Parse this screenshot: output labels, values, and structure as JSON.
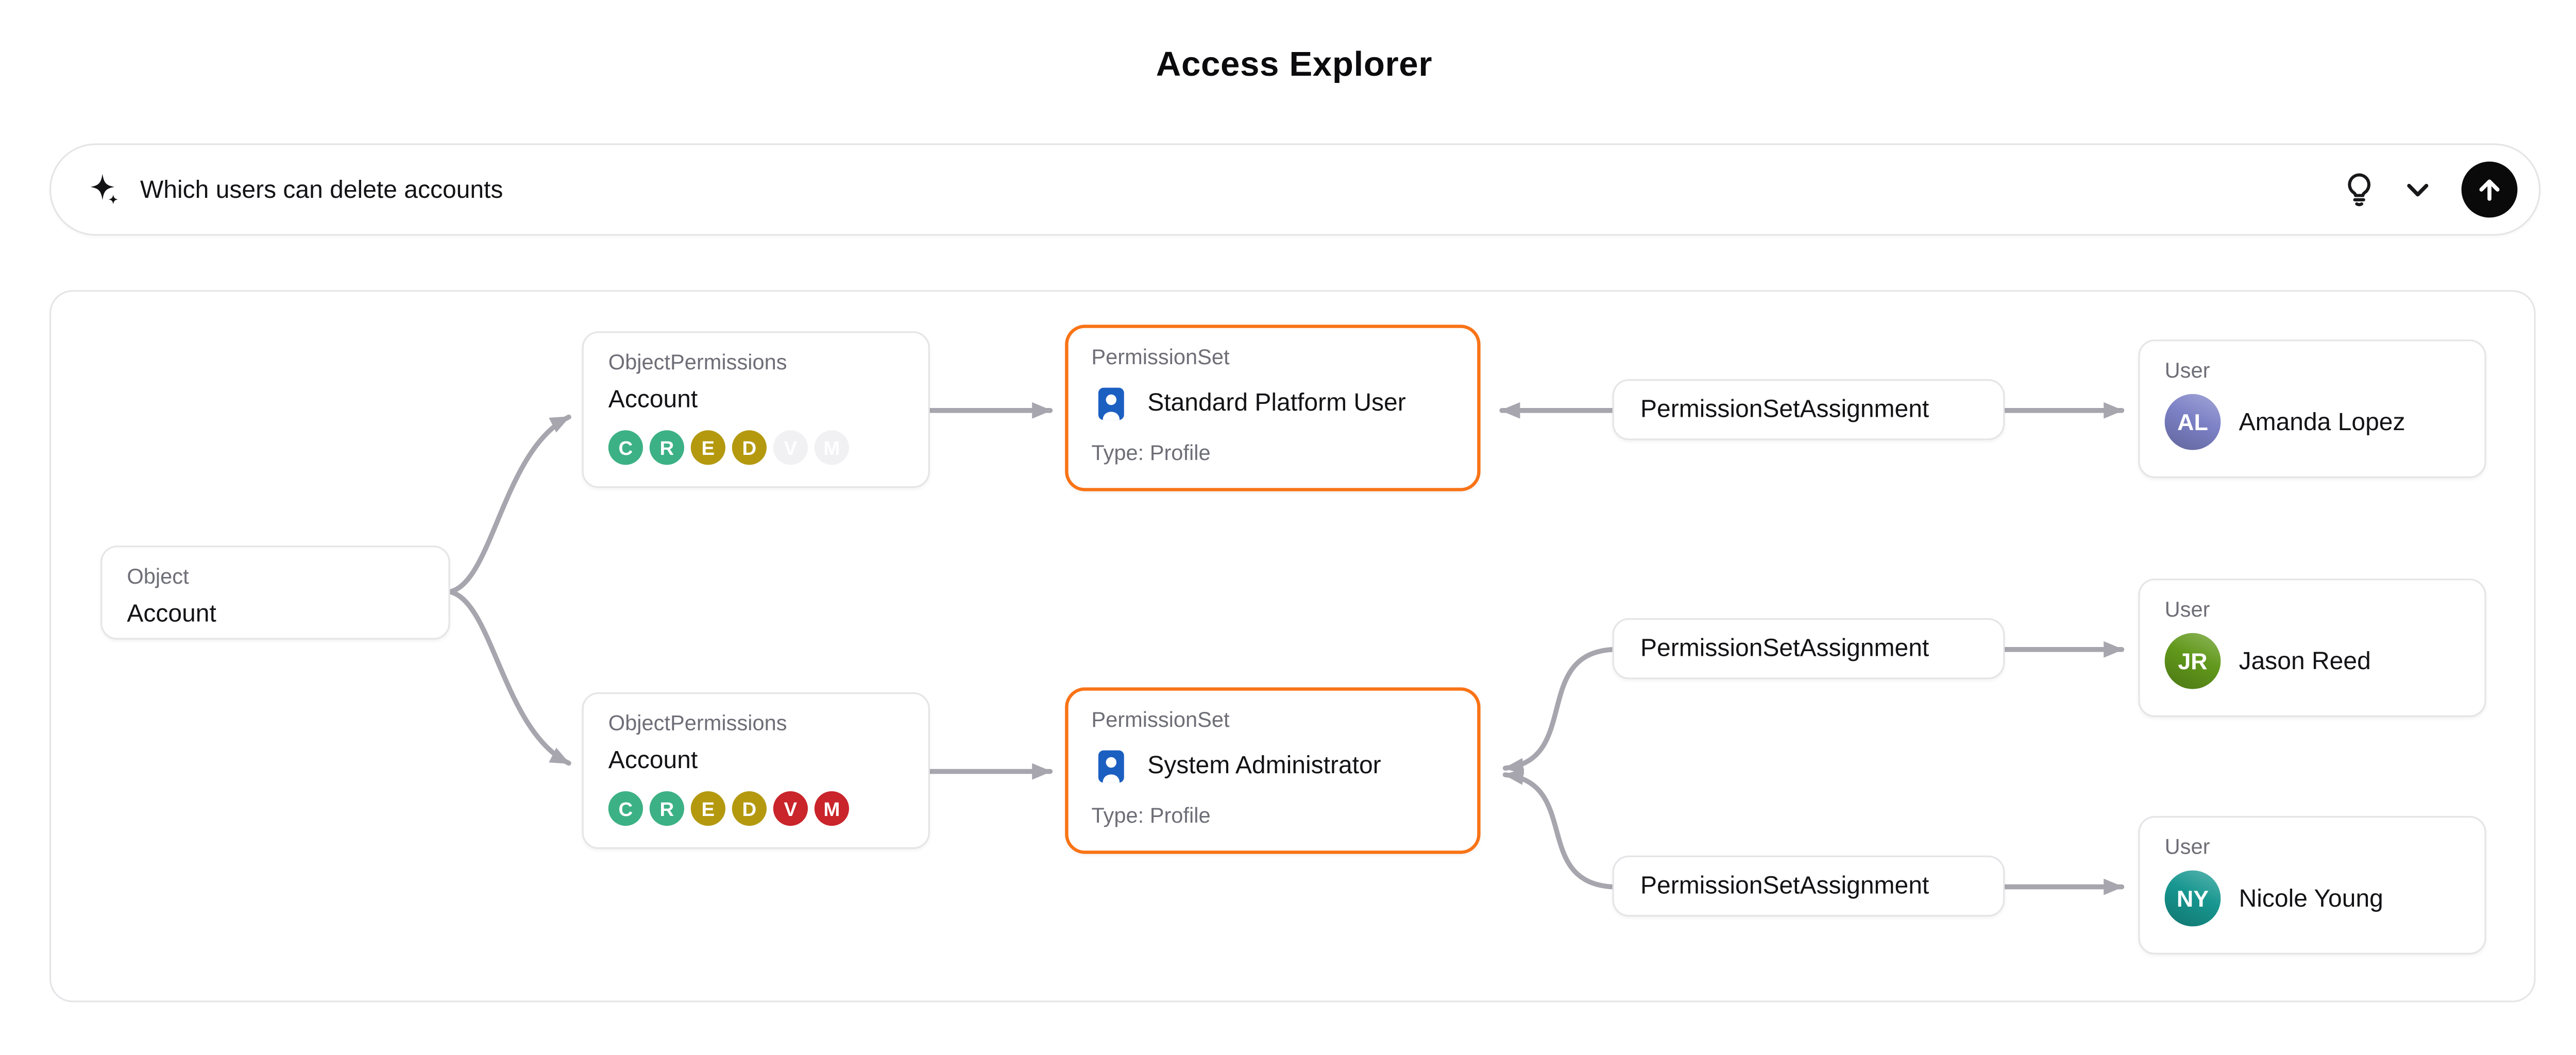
{
  "page": {
    "title": "Access Explorer"
  },
  "prompt_bar": {
    "query": "Which users can delete accounts",
    "leading_icon": "sparkle-icon",
    "actions": [
      "lightbulb-icon",
      "chevron-down-icon",
      "arrow-up-submit"
    ]
  },
  "colors": {
    "accent_orange": "#f97316",
    "permset_icon_blue": "#1b5fc1",
    "perm_green": "#3cb185",
    "perm_yellow": "#b4990f",
    "perm_red": "#c9252b",
    "perm_muted_bg": "#f1f1f3",
    "avatar_purple": "#7c81c6",
    "avatar_green": "#61981b",
    "avatar_teal": "#17968f",
    "edge_gray": "#a7a6ae",
    "node_border": "#e5e5e8",
    "text_muted": "#6e6e77",
    "text_dark": "#131316",
    "submit_bg": "#0a0a0a"
  },
  "graph": {
    "object_node": {
      "type_label": "Object",
      "title": "Account"
    },
    "op_top": {
      "type_label": "ObjectPermissions",
      "title": "Account",
      "perms": [
        {
          "letter": "C",
          "granted": true,
          "color": "green"
        },
        {
          "letter": "R",
          "granted": true,
          "color": "green"
        },
        {
          "letter": "E",
          "granted": true,
          "color": "yellow"
        },
        {
          "letter": "D",
          "granted": true,
          "color": "yellow"
        },
        {
          "letter": "V",
          "granted": false,
          "color": "muted"
        },
        {
          "letter": "M",
          "granted": false,
          "color": "muted"
        }
      ]
    },
    "op_bottom": {
      "type_label": "ObjectPermissions",
      "title": "Account",
      "perms": [
        {
          "letter": "C",
          "granted": true,
          "color": "green"
        },
        {
          "letter": "R",
          "granted": true,
          "color": "green"
        },
        {
          "letter": "E",
          "granted": true,
          "color": "yellow"
        },
        {
          "letter": "D",
          "granted": true,
          "color": "yellow"
        },
        {
          "letter": "V",
          "granted": true,
          "color": "red"
        },
        {
          "letter": "M",
          "granted": true,
          "color": "red"
        }
      ]
    },
    "ps_top": {
      "type_label": "PermissionSet",
      "title": "Standard Platform User",
      "subtitle": "Type: Profile"
    },
    "ps_bottom": {
      "type_label": "PermissionSet",
      "title": "System Administrator",
      "subtitle": "Type: Profile"
    },
    "psa_labels": [
      "PermissionSetAssignment",
      "PermissionSetAssignment",
      "PermissionSetAssignment"
    ],
    "users": [
      {
        "type_label": "User",
        "initials": "AL",
        "name": "Amanda Lopez",
        "avatar_color": "purple"
      },
      {
        "type_label": "User",
        "initials": "JR",
        "name": "Jason Reed",
        "avatar_color": "green"
      },
      {
        "type_label": "User",
        "initials": "NY",
        "name": "Nicole Young",
        "avatar_color": "teal"
      }
    ],
    "edges": [
      {
        "from": "object-account",
        "to": "objectpermissions-top"
      },
      {
        "from": "object-account",
        "to": "objectpermissions-bottom"
      },
      {
        "from": "objectpermissions-top",
        "to": "permissionset-standard-platform-user"
      },
      {
        "from": "objectpermissions-bottom",
        "to": "permissionset-system-administrator"
      },
      {
        "from": "permissionsetassignment-1",
        "to": "permissionset-standard-platform-user"
      },
      {
        "from": "permissionsetassignment-1",
        "to": "user-amanda-lopez"
      },
      {
        "from": "permissionsetassignment-2",
        "to": "permissionset-system-administrator"
      },
      {
        "from": "permissionsetassignment-2",
        "to": "user-jason-reed"
      },
      {
        "from": "permissionsetassignment-3",
        "to": "permissionset-system-administrator"
      },
      {
        "from": "permissionsetassignment-3",
        "to": "user-nicole-young"
      }
    ]
  }
}
